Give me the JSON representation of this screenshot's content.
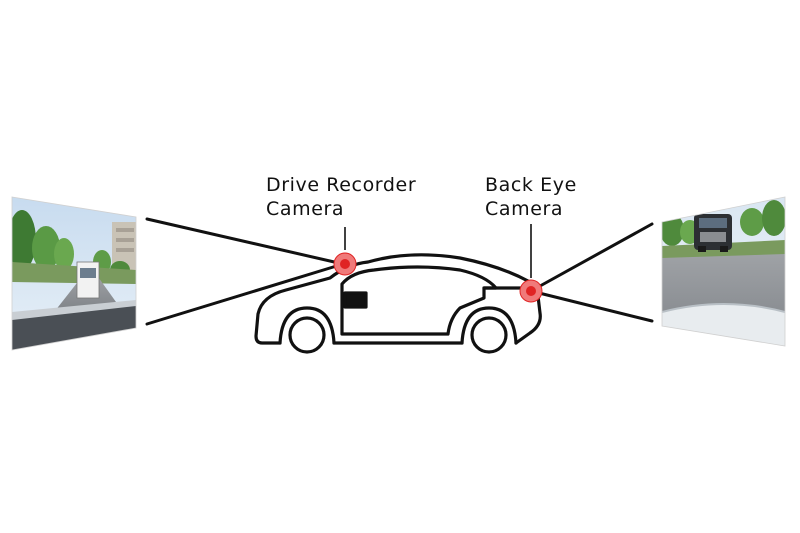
{
  "labels": {
    "front_camera_line1": "Drive Recorder",
    "front_camera_line2": "Camera",
    "rear_camera_line1": "Back Eye",
    "rear_camera_line2": "Camera"
  },
  "colors": {
    "outline": "#111111",
    "camera_marker": "#e02424",
    "camera_marker_halo": "#f07a7a",
    "sky": "#a9c7e4",
    "foliage": "#4f8a3c",
    "road": "#8d8f93"
  },
  "icons": {
    "front_camera": "camera-marker-icon",
    "rear_camera": "camera-marker-icon",
    "front_view": "front-road-view-image",
    "rear_view": "rear-road-view-image"
  }
}
